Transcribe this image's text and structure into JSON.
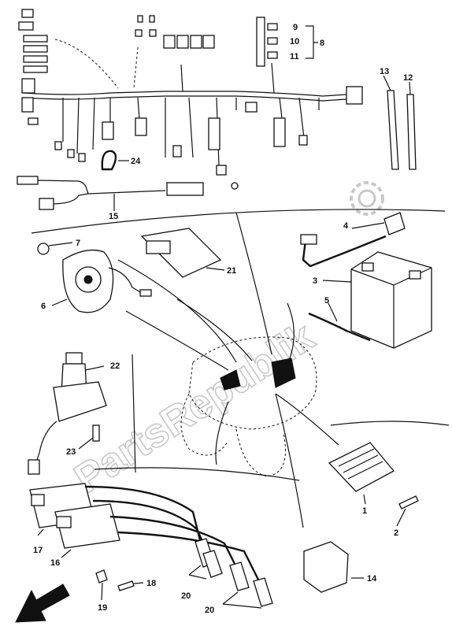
{
  "watermark": {
    "text": "PartsRepublik"
  },
  "callouts": {
    "c1": "1",
    "c2": "2",
    "c3": "3",
    "c4": "4",
    "c5": "5",
    "c6": "6",
    "c7": "7",
    "c8": "8",
    "c9": "9",
    "c10": "10",
    "c11": "11",
    "c12": "12",
    "c13": "13",
    "c14": "14",
    "c15": "15",
    "c16": "16",
    "c17": "17",
    "c18": "18",
    "c19": "19",
    "c20a": "20",
    "c20b": "20",
    "c21": "21",
    "c22": "22",
    "c23": "23",
    "c24": "24"
  }
}
